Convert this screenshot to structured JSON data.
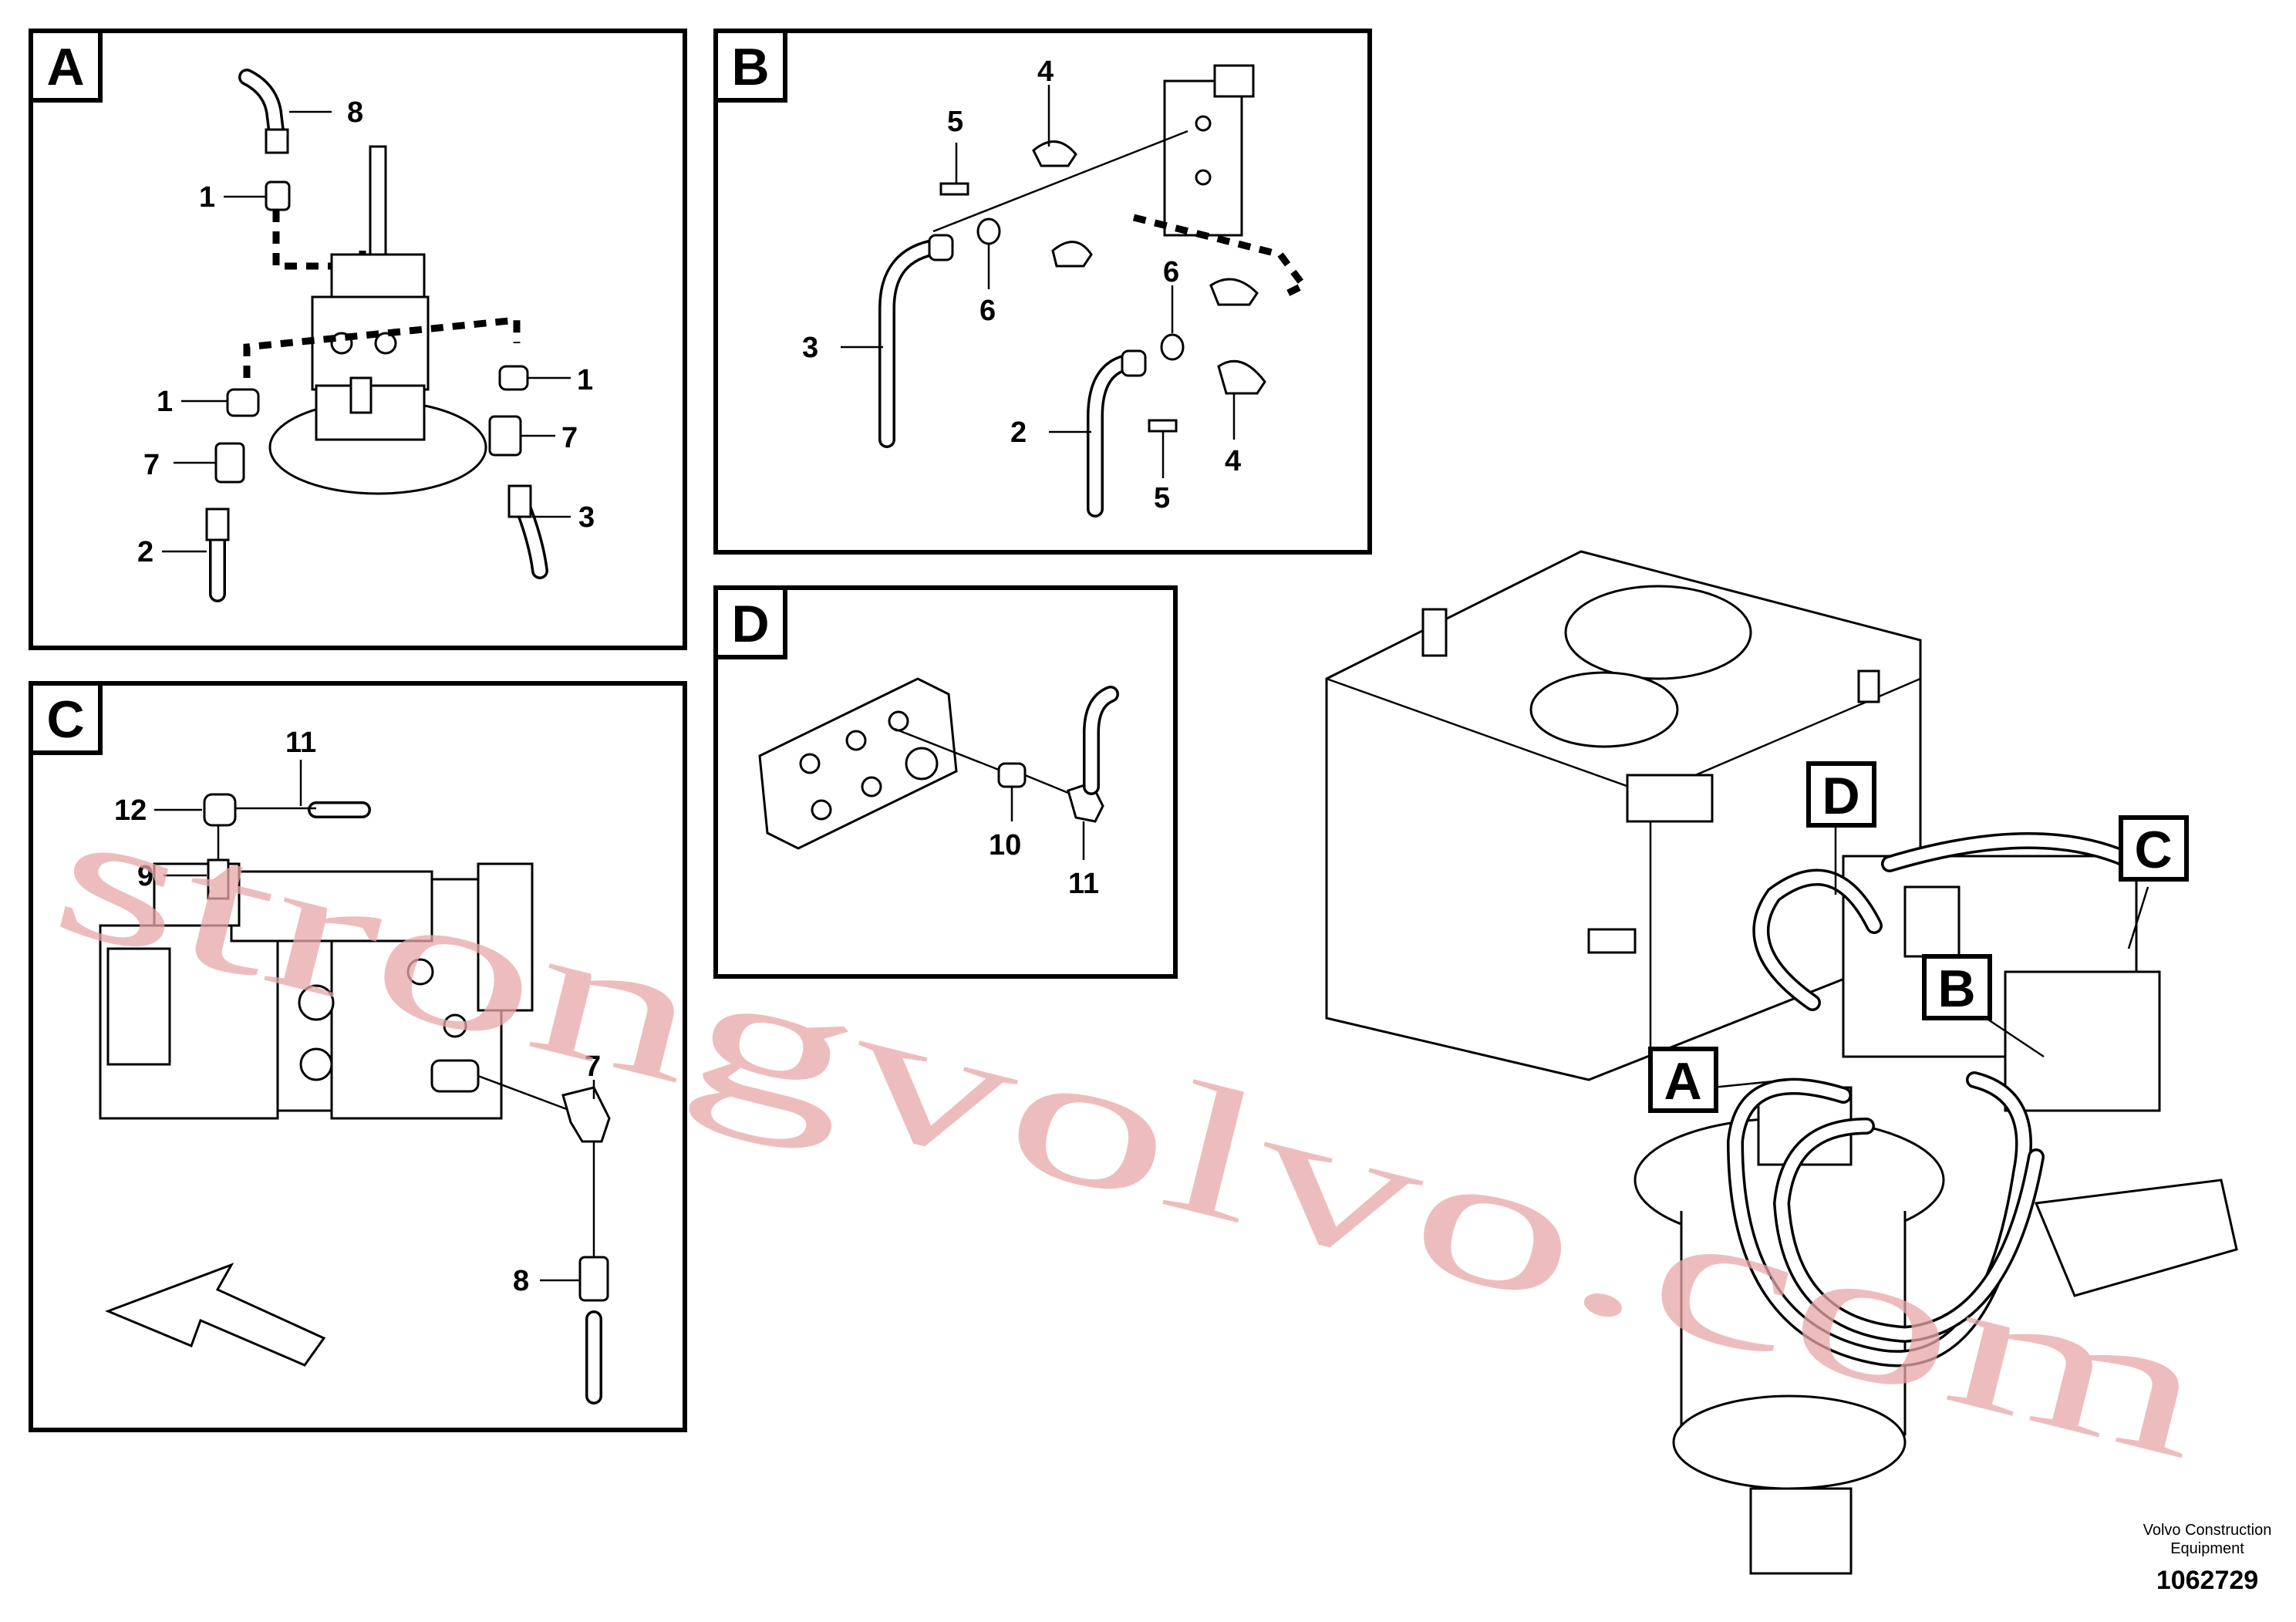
{
  "panels": {
    "A": {
      "tag": "A",
      "callouts": [
        "8",
        "1",
        "1",
        "1",
        "7",
        "7",
        "2",
        "3"
      ]
    },
    "B": {
      "tag": "B",
      "callouts": [
        "4",
        "5",
        "3",
        "6",
        "6",
        "2",
        "5",
        "4"
      ]
    },
    "C": {
      "tag": "C",
      "callouts": [
        "11",
        "12",
        "9",
        "7",
        "8"
      ]
    },
    "D": {
      "tag": "D",
      "callouts": [
        "10",
        "11"
      ]
    }
  },
  "main_view_tags": [
    "D",
    "C",
    "B",
    "A"
  ],
  "watermark": "strongvolvo.com",
  "footer": {
    "brand_line1": "Volvo Construction",
    "brand_line2": "Equipment",
    "part_number": "1062729"
  },
  "colors": {
    "line": "#000000",
    "background": "#ffffff",
    "watermark": "#e8a8a8"
  }
}
